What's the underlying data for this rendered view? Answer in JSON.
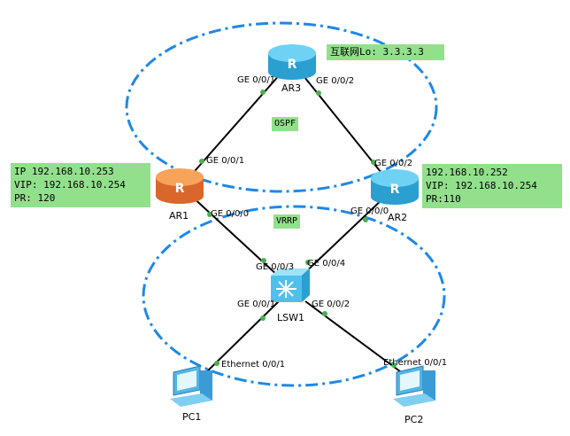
{
  "areas": {
    "ospf": "OSPF",
    "vrrp": "VRRP"
  },
  "devices": {
    "ar3": {
      "name": "AR3",
      "type": "router",
      "color": "#5cc8f0"
    },
    "ar1": {
      "name": "AR1",
      "type": "router",
      "color": "#f59a45"
    },
    "ar2": {
      "name": "AR2",
      "type": "router",
      "color": "#5cc8f0"
    },
    "lsw1": {
      "name": "LSW1",
      "type": "switch",
      "color": "#5cc8f0"
    },
    "pc1": {
      "name": "PC1",
      "type": "pc"
    },
    "pc2": {
      "name": "PC2",
      "type": "pc"
    }
  },
  "ports": {
    "ar3_ge001": "GE 0/0/1",
    "ar3_ge002": "GE 0/0/2",
    "ar1_ge001": "GE 0/0/1",
    "ar1_ge000": "GE 0/0/0",
    "ar2_ge002": "GE 0/0/2",
    "ar2_ge000": "GE 0/0/0",
    "lsw1_ge003": "GE 0/0/3",
    "lsw1_ge004": "GE 0/0/4",
    "lsw1_ge001": "GE 0/0/1",
    "lsw1_ge002": "GE 0/0/2",
    "pc1_eth": "Ethernet 0/0/1",
    "pc2_eth": "Ethernet 0/0/1"
  },
  "info": {
    "ar3": "互联网Lo: 3.3.3.3",
    "ar1": [
      "IP 192.168.10.253",
      "VIP: 192.168.10.254",
      "PR: 120"
    ],
    "ar2": [
      "192.168.10.252",
      "VIP: 192.168.10.254",
      "PR:110"
    ]
  },
  "colors": {
    "area_outline": "#1e88e5",
    "info_box": "#92e08c",
    "port_dot": "#4caf50",
    "link": "#000000"
  }
}
